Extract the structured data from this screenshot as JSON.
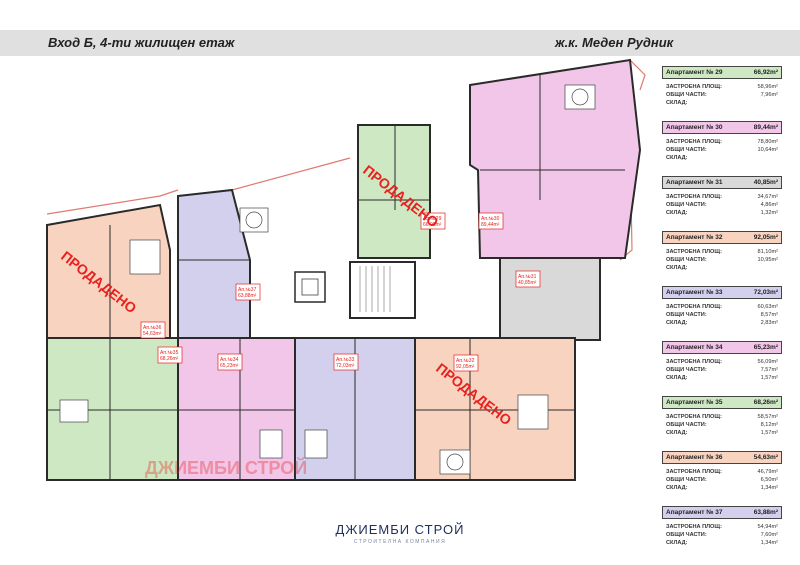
{
  "header": {
    "left_title": "Вход Б, 4-ти жилищен етаж",
    "right_title": "ж.к. Меден Рудник"
  },
  "labels": {
    "built_area": "ЗАСТРОЕНА ПЛОЩ:",
    "common_parts": "ОБЩИ ЧАСТИ:",
    "storage": "СКЛАД:"
  },
  "apartments": [
    {
      "name": "Апартамент № 29",
      "area": "66,92m²",
      "built": "58,96m²",
      "common": "7,96m²",
      "storage": "",
      "color": "#cfe8c4"
    },
    {
      "name": "Апартамент № 30",
      "area": "89,44m²",
      "built": "78,80m²",
      "common": "10,64m²",
      "storage": "",
      "color": "#f1c6e8"
    },
    {
      "name": "Апартамент № 31",
      "area": "40,85m²",
      "built": "34,67m²",
      "common": "4,86m²",
      "storage": "1,32m²",
      "color": "#d9d9d9"
    },
    {
      "name": "Апартамент № 32",
      "area": "92,05m²",
      "built": "81,10m²",
      "common": "10,95m²",
      "storage": "",
      "color": "#f8d3bf"
    },
    {
      "name": "Апартамент № 33",
      "area": "72,03m²",
      "built": "60,63m²",
      "common": "8,57m²",
      "storage": "2,83m²",
      "color": "#d3d0ee"
    },
    {
      "name": "Апартамент № 34",
      "area": "65,23m²",
      "built": "56,09m²",
      "common": "7,57m²",
      "storage": "1,57m²",
      "color": "#f1c6e8"
    },
    {
      "name": "Апартамент № 35",
      "area": "68,26m²",
      "built": "58,57m²",
      "common": "8,12m²",
      "storage": "1,57m²",
      "color": "#cfe8c4"
    },
    {
      "name": "Апартамент № 36",
      "area": "54,63m²",
      "built": "46,79m²",
      "common": "6,50m²",
      "storage": "1,34m²",
      "color": "#f8d3bf"
    },
    {
      "name": "Апартамент № 37",
      "area": "63,88m²",
      "built": "54,94m²",
      "common": "7,60m²",
      "storage": "1,34m²",
      "color": "#d3d0ee"
    }
  ],
  "plan_tags": [
    {
      "label": "Ап.№29",
      "area": "66,92m²"
    },
    {
      "label": "Ап.№30",
      "area": "89,44m²"
    },
    {
      "label": "Ап.№31",
      "area": "40,85m²"
    },
    {
      "label": "Ап.№32",
      "area": "92,05m²"
    },
    {
      "label": "Ап.№33",
      "area": "72,03m²"
    },
    {
      "label": "Ап.№34",
      "area": "65,23m²"
    },
    {
      "label": "Ап.№35",
      "area": "68,26m²"
    },
    {
      "label": "Ап.№36",
      "area": "54,63m²"
    },
    {
      "label": "Ап.№37",
      "area": "63,88m²"
    }
  ],
  "sold_stamp": "ПРОДАДЕНО",
  "watermark": "ДЖИЕМБИ СТРОЙ",
  "footer": {
    "logo": "ДЖИЕМБИ СТРОЙ",
    "tagline": "СТРОИТЕЛНА КОМПАНИЯ"
  },
  "colors": {
    "green": "#cfe8c4",
    "pink": "#f1c6e8",
    "gray": "#d9d9d9",
    "peach": "#f8d3bf",
    "lavender": "#d3d0ee",
    "stamp": "#e8201e",
    "wall": "#2a2a2a",
    "balcony": "#e8a8a0",
    "header": "#e0e0e0"
  }
}
